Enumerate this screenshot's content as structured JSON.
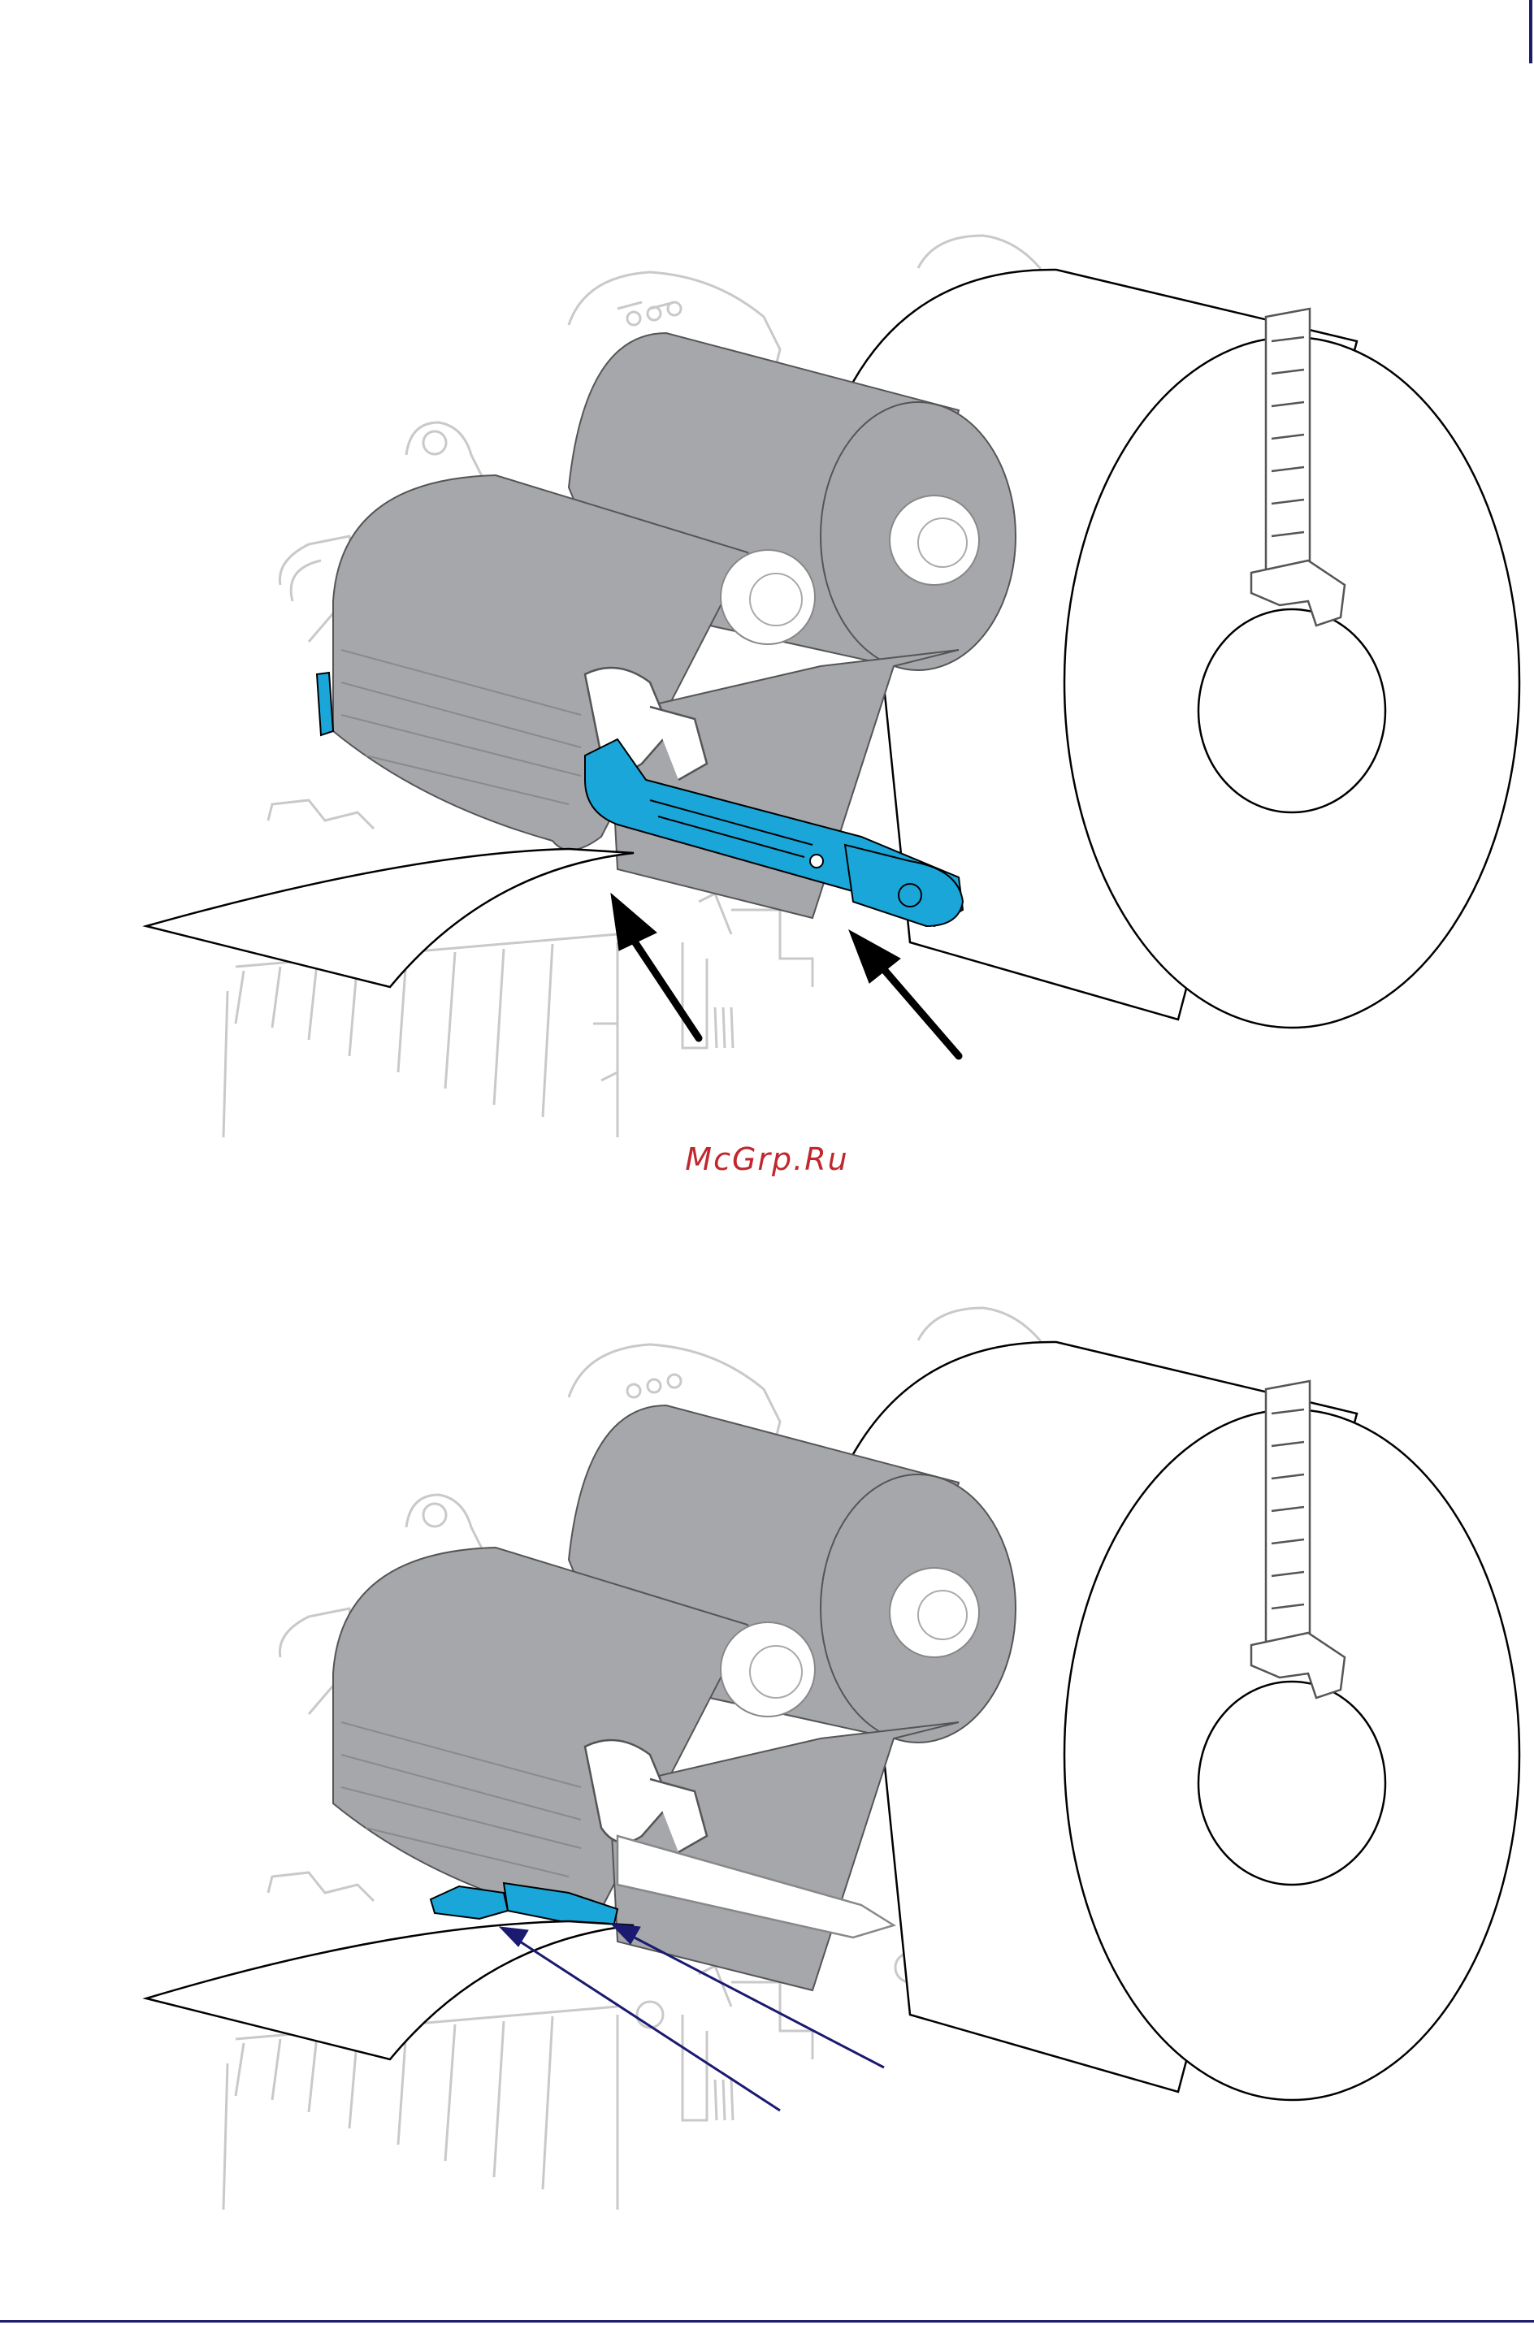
{
  "watermark": {
    "text": "McGrp.Ru",
    "color": "#c1272d"
  },
  "colors": {
    "accent_blue": "#1aa6d9",
    "arrow_navy": "#1a1a70",
    "ribbon_gray": "#a6a7aa",
    "frame_gray": "#c9c9c9",
    "ink": "#000000"
  },
  "figures": [
    {
      "name": "upper-illustration",
      "highlight": "printhead-latch-lever",
      "callouts": [
        "black-arrow-ribbon-path",
        "black-arrow-lever-tip"
      ]
    },
    {
      "name": "lower-illustration",
      "highlight": "media-sensor-guide",
      "callouts": [
        "navy-arrow-media-edge",
        "navy-arrow-sensor"
      ]
    }
  ]
}
